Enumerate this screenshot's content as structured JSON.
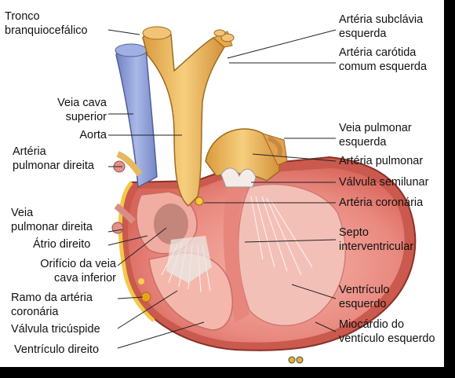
{
  "labels": {
    "tronco": [
      "Tronco",
      "branquiocefálico"
    ],
    "veia_cava_sup": [
      "Veia cava",
      "superior"
    ],
    "aorta": [
      "Aorta"
    ],
    "art_pulm_dir": [
      "Artéria",
      "pulmonar direita"
    ],
    "veia_pulm_dir": [
      "Veia",
      "pulmonar direita"
    ],
    "atrio_dir": [
      "Átrio direito"
    ],
    "orificio_veia_cava": [
      "Orifício da veia",
      "cava inferior"
    ],
    "ramo_art_cor": [
      "Ramo da artéria",
      "coronária"
    ],
    "valv_tricuspide": [
      "Válvula tricúspide"
    ],
    "ventr_dir": [
      "Ventrículo direito"
    ],
    "art_subclavia": [
      "Artéria subclávia",
      "esquerda"
    ],
    "art_carotida": [
      "Artéria carótida",
      "comum esquerda"
    ],
    "veia_pulm_esq": [
      "Veia pulmonar",
      "esquerda"
    ],
    "art_pulmonar": [
      "Artéria pulmonar"
    ],
    "valv_semilunar": [
      "Válvula semilunar"
    ],
    "art_coronaria": [
      "Artéria coronária"
    ],
    "septo": [
      "Septo",
      "interventricular"
    ],
    "ventr_esq": [
      "Ventrículo",
      "esquerdo"
    ],
    "miocardio": [
      "Miocárdio do",
      "ventículo esquerdo"
    ]
  },
  "colors": {
    "vein_blue": "#8e9fd6",
    "artery_gold": "#f2bd63",
    "myocardium": "#e9807a",
    "chamber_inner": "#f4b0a8",
    "fat_yellow": "#f7d14a",
    "frame": "#000000"
  }
}
